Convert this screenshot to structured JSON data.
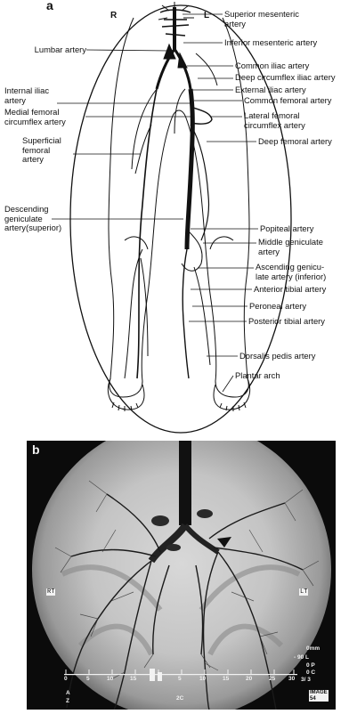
{
  "panel_a": {
    "letter": "a",
    "side_right": "R",
    "side_left": "L",
    "labels_left": [
      {
        "key": "lumbar",
        "text": "Lumbar artery"
      },
      {
        "key": "internal_iliac",
        "text": "Internal iliac\nartery"
      },
      {
        "key": "medial_circ",
        "text": "Medial femoral\ncircumflex artery"
      },
      {
        "key": "superficial",
        "text": "Superficial\nfemoral\nartery"
      },
      {
        "key": "descending",
        "text": "Descending\ngeniculate\nartery(superior)"
      }
    ],
    "labels_right": [
      {
        "key": "sup_mes",
        "text": "Superior mesenteric\nartery"
      },
      {
        "key": "inf_mes",
        "text": "Inferior mesenteric artery"
      },
      {
        "key": "common_iliac",
        "text": "Common iliac artery"
      },
      {
        "key": "deep_circ_iliac",
        "text": "Deep circumflex iliac artery"
      },
      {
        "key": "ext_iliac",
        "text": "External iliac artery"
      },
      {
        "key": "common_fem",
        "text": "Common femoral artery"
      },
      {
        "key": "lat_circ",
        "text": "Lateral femoral\ncircumflex artery"
      },
      {
        "key": "deep_fem",
        "text": "Deep femoral artery"
      },
      {
        "key": "popliteal",
        "text": "Popiteal artery"
      },
      {
        "key": "mid_gen",
        "text": "Middle geniculate\nartery"
      },
      {
        "key": "asc_gen",
        "text": "Ascending genicu-\nlate artery (inferior)"
      },
      {
        "key": "ant_tib",
        "text": "Anterior tibial artery"
      },
      {
        "key": "peroneal",
        "text": "Peroneal artery"
      },
      {
        "key": "post_tib",
        "text": "Posterior tibial artery"
      },
      {
        "key": "dorsalis",
        "text": "Dorsalis pedis artery"
      },
      {
        "key": "plantar",
        "text": "Plantar arch"
      }
    ]
  },
  "panel_b": {
    "letter": "b",
    "marker_right": "RT",
    "marker_left": "LT",
    "scale_ticks": [
      "0",
      "5",
      "10",
      "15",
      "5",
      "10",
      "15",
      "20",
      "25",
      "30"
    ],
    "corner_info": [
      "0mm",
      "- 90 L",
      "0 P",
      "0 C",
      "3/  3"
    ],
    "series_box": "IMAGE\n54",
    "bottom_marks": [
      "A",
      "Z",
      "2C"
    ]
  },
  "colors": {
    "background": "#ffffff",
    "ink": "#111111",
    "xray_dark": "#0b0b0b"
  }
}
